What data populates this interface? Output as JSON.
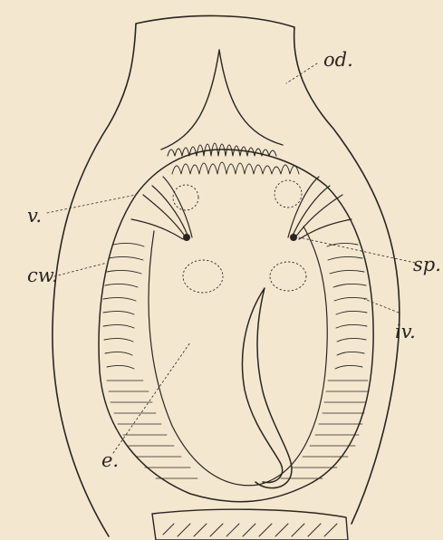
{
  "figure": {
    "labels": {
      "od": "od.",
      "v": "v.",
      "sp": "sp.",
      "cw": "cw.",
      "iv": "iv.",
      "e": "e."
    },
    "colors": {
      "paper": "#f3e7cf",
      "ink": "#2a2520"
    }
  }
}
